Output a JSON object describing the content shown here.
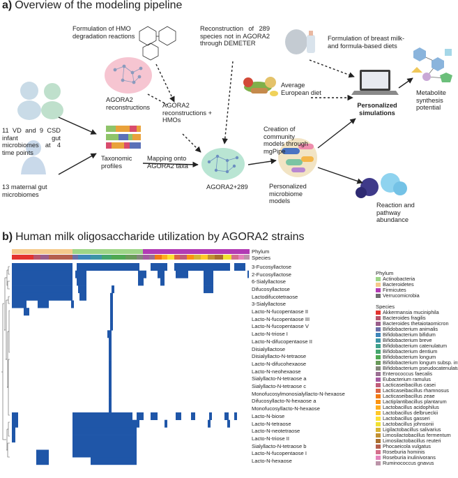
{
  "panel_a": {
    "letter": "a)",
    "title": "Overview of the modeling pipeline",
    "labels": {
      "hmo_reactions": "Formulation of HMO degradation reactions",
      "reconstruction_289": "Reconstruction of 289 species not in AGORA2 through DEMETER",
      "diet_formulation": "Formulation of breast milk- and formula-based diets",
      "agora2_recon": "AGORA2 reconstructions",
      "agora2_hmos": "AGORA2 reconstructions + HMOs",
      "euro_diet": "Average European diet",
      "personalized_sim": "Personalized simulations",
      "metabolite": "Metabolite synthesis potential",
      "infant": "11 VD and 9 CSD infant gut microbiomes at 4 time points",
      "taxonomic": "Taxonomic profiles",
      "mapping": "Mapping onto AGORA2 taxa",
      "agora289": "AGORA2+289",
      "community": "Creation of community models through mgPipe",
      "personalized_micro": "Personalized microbiome models",
      "reaction": "Reaction and pathway abundance",
      "maternal": "13 maternal gut microbiomes"
    }
  },
  "panel_b": {
    "letter": "b)",
    "title": "Human milk oligosaccharide utilization by AGORA2 strains",
    "annotation_labels": [
      "Phylum",
      "Species"
    ],
    "rows": [
      "3-Fucosyllactose",
      "2-Fucosyllactose",
      "6-Sialyllactose",
      "Difucosyllactose",
      "Lactodifucotetraose",
      "3-Sialyllactose",
      "Lacto-N-fucopentaose II",
      "Lacto-N-fucopentaose III",
      "Lacto-N-fucopentaose V",
      "Lacto-N-triose I",
      "Lacto-N-difucopentaose II",
      "Disialyllactose",
      "Disialyllacto-N-tetraose",
      "Lacto-N-difucohexaose",
      "Lacto-N-neohexaose",
      "Sialyllacto-N-tetraose a",
      "Sialyllacto-N-tetraose c",
      "Monofucosylmonosialyllacto-N-hexaose",
      "Difucosyllacto-N-hexaose a",
      "Monofucosyllacto-N-hexaose",
      "Lacto-N-biose",
      "Lacto-N-tetraose",
      "Lacto-N-neotetraose",
      "Lacto-N-triose II",
      "Sialyllacto-N-tetraose b",
      "Lacto-N-fucopentaose I",
      "Lacto-N-hexaose"
    ],
    "cell_color": "#1f56a8",
    "phylum_legend": {
      "title": "Phylum",
      "items": [
        {
          "name": "Actinobacteria",
          "color": "#9ed587"
        },
        {
          "name": "Bacteroidetes",
          "color": "#f5c98c"
        },
        {
          "name": "Firmicutes",
          "color": "#b23ab4"
        },
        {
          "name": "Verrucomicrobia",
          "color": "#6f6f6f"
        }
      ]
    },
    "species_legend": {
      "title": "Species",
      "items": [
        {
          "name": "Akkermansia muciniphila",
          "color": "#e3342f"
        },
        {
          "name": "Bacteroides fragilis",
          "color": "#b7546c"
        },
        {
          "name": "Bacteroides thetaiotaomicron",
          "color": "#9a5d8b"
        },
        {
          "name": "Bifidobacterium animalis",
          "color": "#6a6fa8"
        },
        {
          "name": "Bifidobacterium bifidum",
          "color": "#3f86ba"
        },
        {
          "name": "Bifidobacterium breve",
          "color": "#3d95a6"
        },
        {
          "name": "Bifidobacterium catenulatum",
          "color": "#3fa08c"
        },
        {
          "name": "Bifidobacterium dentium",
          "color": "#45a66e"
        },
        {
          "name": "Bifidobacterium longum",
          "color": "#4fa852"
        },
        {
          "name": "Bifidobacterium longum subsp. infantis",
          "color": "#6a9a5a"
        },
        {
          "name": "Bifidobacterium pseudocatenulatum",
          "color": "#83867a"
        },
        {
          "name": "Enterococcus faecalis",
          "color": "#9a6f92"
        },
        {
          "name": "Eubacterium ramulus",
          "color": "#a45aa0"
        },
        {
          "name": "Lacticaseibacillus casei",
          "color": "#c05c7a"
        },
        {
          "name": "Lacticaseibacillus rhamnosus",
          "color": "#dc6646"
        },
        {
          "name": "Lacticaseibacillus zeae",
          "color": "#f27a14"
        },
        {
          "name": "Lactiplantibacillus plantarum",
          "color": "#fb9312"
        },
        {
          "name": "Lactobacillus acidophilus",
          "color": "#ffad1f"
        },
        {
          "name": "Lactobacillus delbrueckii",
          "color": "#ffc82a"
        },
        {
          "name": "Lactobacillus gasseri",
          "color": "#fde031"
        },
        {
          "name": "Lactobacillus johnsonii",
          "color": "#f1e132"
        },
        {
          "name": "Ligilactobacillus salivarius",
          "color": "#d9b534"
        },
        {
          "name": "Limosilactobacillus fermentum",
          "color": "#c29133"
        },
        {
          "name": "Limosilactobacillus reuteri",
          "color": "#aa6f2f"
        },
        {
          "name": "Phocaeicola vulgatus",
          "color": "#b55f4e"
        },
        {
          "name": "Roseburia hominis",
          "color": "#d46f8c"
        },
        {
          "name": "Roseburia inulinivorans",
          "color": "#e484bc"
        },
        {
          "name": "Ruminococcus gnavus",
          "color": "#bb94a9"
        }
      ]
    }
  }
}
